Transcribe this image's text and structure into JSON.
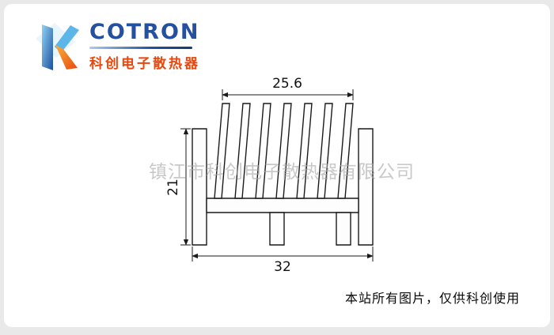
{
  "page": {
    "background": "#e9e9e9",
    "card_background": "#ffffff"
  },
  "logo": {
    "wordmark": "COTRON",
    "subtitle": "科创电子散热器",
    "icon": "cotron-k-icon",
    "colors": {
      "blue": "#24509f",
      "light_blue": "#5db6e8",
      "orange": "#e8470d"
    }
  },
  "drawing": {
    "type": "technical-cross-section",
    "description": "extruded heatsink profile with 7 upright fins, outer walls and bottom channel legs",
    "line_color": "#1a1a1a",
    "dimensions": {
      "top_width": "25.6",
      "left_height": "21",
      "bottom_width": "32"
    }
  },
  "watermark": {
    "text": "镇江市科创电子散热器有限公司",
    "color": "#a9a9a9"
  },
  "footer": {
    "notice": "本站所有图片，仅供科创使用"
  }
}
